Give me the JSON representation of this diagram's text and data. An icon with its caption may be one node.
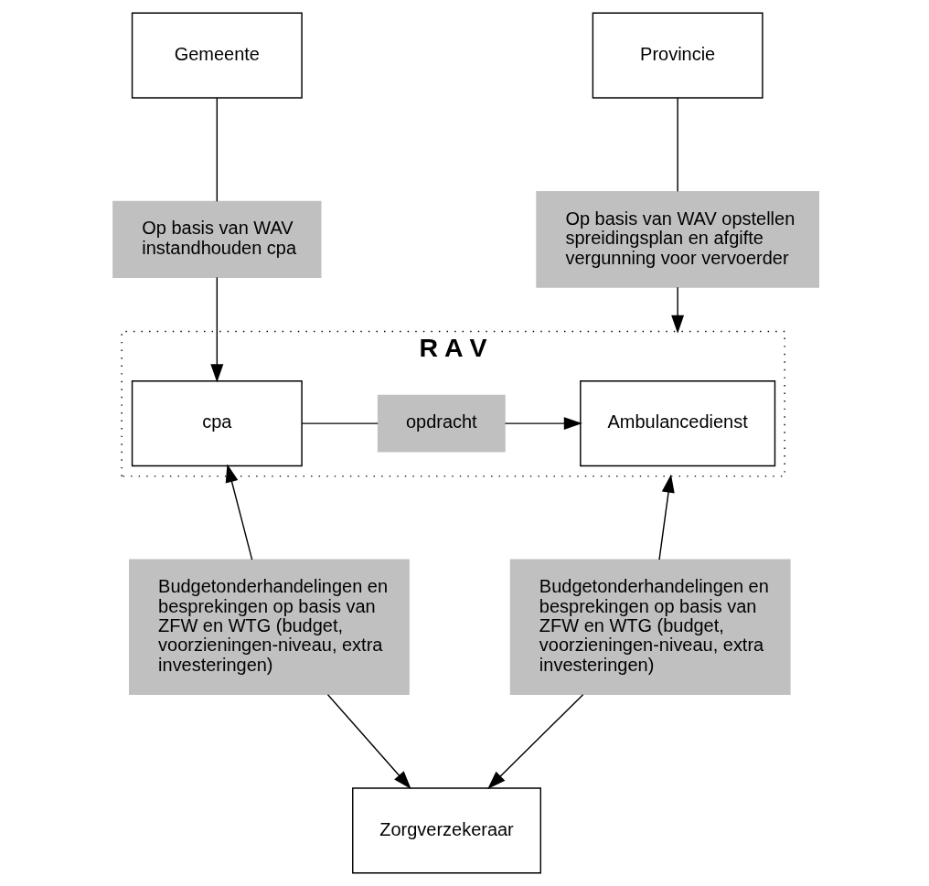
{
  "diagram": {
    "nodes": [
      {
        "text": [
          "Gemeente"
        ]
      },
      {
        "text": [
          "Provincie"
        ]
      },
      {
        "text": [
          "Op basis van WAV instandhouden cpa"
        ]
      },
      {
        "text": [
          "Op basis van WAV opstellen spreidingsplan en afgifte vergunning voor vervoerder"
        ]
      },
      {
        "text": [
          "R A V"
        ]
      },
      {
        "text": [
          "cpa"
        ],
        "in": 4
      },
      {
        "text": [
          "opdracht"
        ],
        "in": 4
      },
      {
        "text": [
          "Ambulancedienst"
        ],
        "in": 4
      },
      {
        "text": [
          "Budgetonderhandelingen en besprekingen op basis van ZFW en WTG (budget, voorzieningen-niveau, extra investeringen)"
        ]
      },
      {
        "text": [
          "Budgetonderhandelingen en besprekingen op basis van ZFW en WTG (budget, voorzieningen-niveau, extra investeringen)"
        ]
      },
      {
        "text": [
          "Zorgverzekeraar"
        ]
      }
    ],
    "edges": [
      {
        "from": 0,
        "to": 2,
        "arrow": "none"
      },
      {
        "from": 2,
        "to": 5,
        "arrow": "to"
      },
      {
        "from": 1,
        "to": 3,
        "arrow": "none"
      },
      {
        "from": 3,
        "to": 4,
        "arrow": "to"
      },
      {
        "from": 5,
        "to": 6,
        "arrow": "none"
      },
      {
        "from": 6,
        "to": 7,
        "arrow": "to"
      },
      {
        "from": 8,
        "to": 5,
        "arrow": "to"
      },
      {
        "from": 9,
        "to": 4,
        "arrow": "to"
      },
      {
        "from": 8,
        "to": 10,
        "arrow": "to"
      },
      {
        "from": 9,
        "to": 10,
        "arrow": "to"
      }
    ]
  }
}
